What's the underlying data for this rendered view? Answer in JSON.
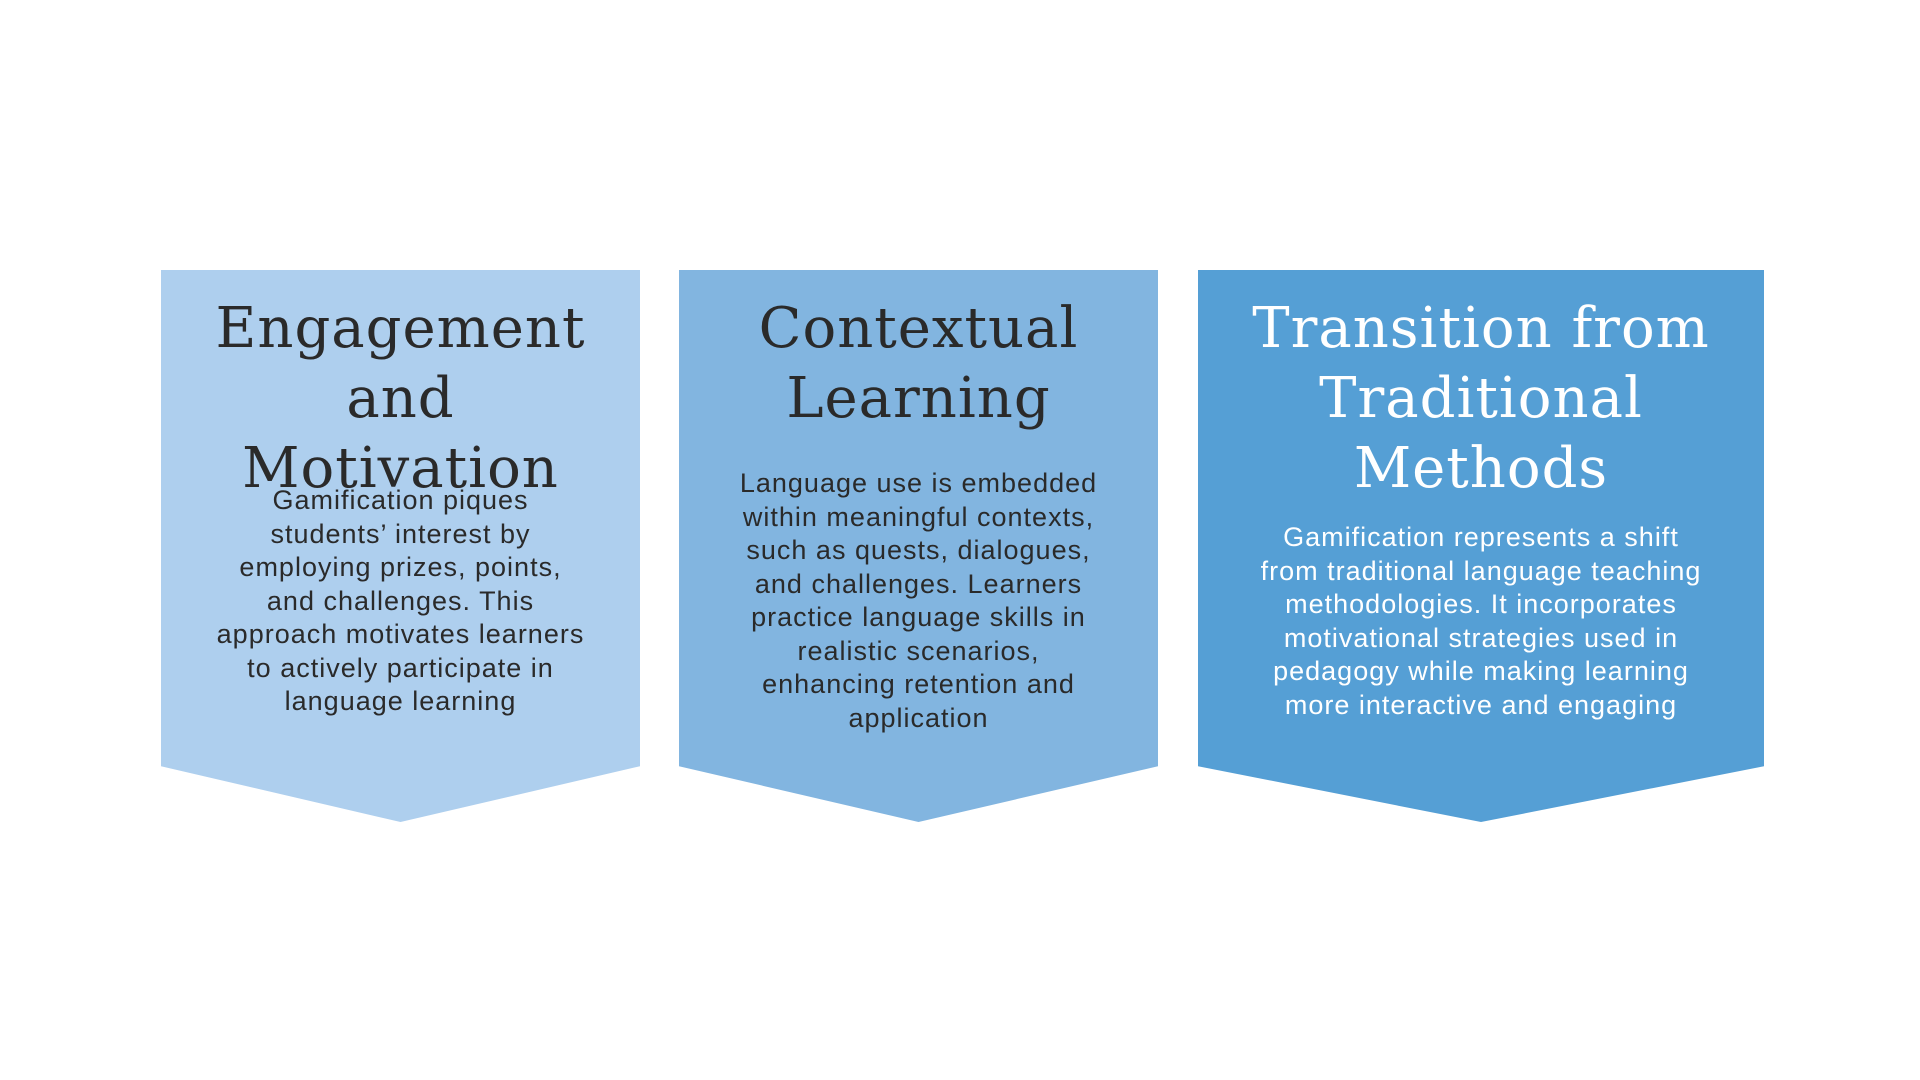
{
  "cards": [
    {
      "title_lines": [
        "Engagement and",
        "Motivation"
      ],
      "body_lines": [
        "Gamification piques",
        "students’ interest by",
        "employing prizes, points,",
        "and challenges. This",
        "approach motivates learners",
        "to actively participate in",
        "language learning"
      ],
      "fill": "#AECFEE",
      "text_color": "#2A2A2A"
    },
    {
      "title_lines": [
        "Contextual",
        "Learning"
      ],
      "body_lines": [
        "Language use is embedded",
        "within meaningful contexts,",
        "such as quests, dialogues,",
        "and challenges. Learners",
        "practice language skills in",
        "realistic scenarios,",
        "enhancing retention and",
        "application"
      ],
      "fill": "#82B5E0",
      "text_color": "#2A2A2A"
    },
    {
      "title_lines": [
        "Transition from",
        "Traditional",
        "Methods"
      ],
      "body_lines": [
        "Gamification represents a shift",
        "from traditional language teaching",
        "methodologies. It incorporates",
        "motivational strategies used in",
        "pedagogy while making learning",
        "more interactive and engaging"
      ],
      "fill": "#559FD5",
      "text_color": "#FFFFFF"
    }
  ]
}
